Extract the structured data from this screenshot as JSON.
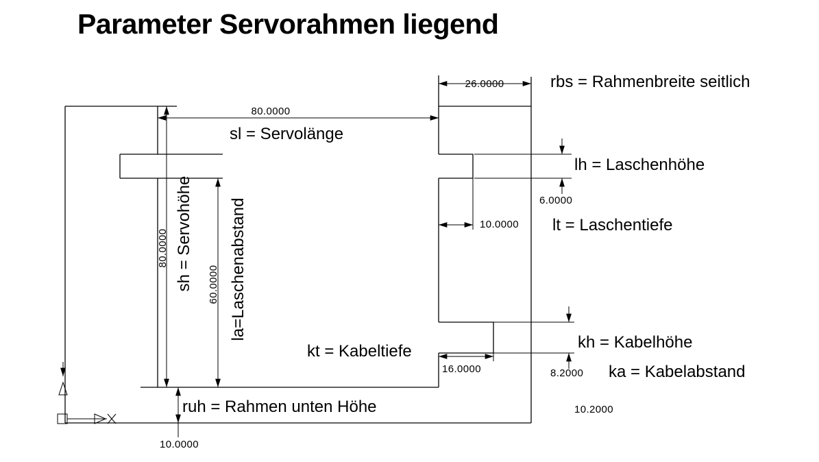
{
  "title": "Parameter Servorahmen liegend",
  "dims": {
    "rbs": {
      "value": "26.0000",
      "label": "rbs = Rahmenbreite seitlich"
    },
    "sl": {
      "value": "80.0000",
      "label": "sl = Servolänge"
    },
    "lh": {
      "value": "6.0000",
      "label": "lh = Laschenhöhe"
    },
    "lt": {
      "value": "10.0000",
      "label": "lt = Laschentiefe"
    },
    "sh": {
      "value": "80.0000",
      "label": "sh = Servohöhe"
    },
    "la": {
      "value": "60.0000",
      "label": "la=Laschenabstand"
    },
    "kt": {
      "value": "16.0000",
      "label": "kt = Kabeltiefe"
    },
    "kh": {
      "value": "8.2000",
      "label": "kh = Kabelhöhe"
    },
    "ka": {
      "value": "10.2000",
      "label": "ka = Kabelabstand"
    },
    "ruh": {
      "value": "10.0000",
      "label": "ruh = Rahmen unten Höhe"
    }
  },
  "colors": {
    "line": "#000000",
    "background": "#ffffff",
    "text": "#000000"
  }
}
